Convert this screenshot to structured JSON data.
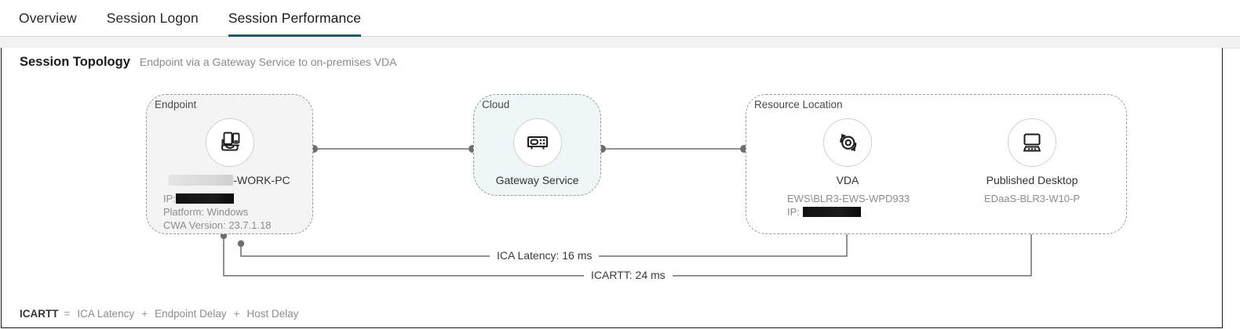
{
  "tabs": [
    {
      "id": "overview",
      "label": "Overview",
      "active": false
    },
    {
      "id": "session-logon",
      "label": "Session Logon",
      "active": false
    },
    {
      "id": "session-performance",
      "label": "Session Performance",
      "active": true
    }
  ],
  "section": {
    "title": "Session Topology",
    "subtitle": "Endpoint via a Gateway Service to on-premises VDA"
  },
  "zones": {
    "endpoint": {
      "label": "Endpoint"
    },
    "cloud": {
      "label": "Cloud"
    },
    "resource": {
      "label": "Resource Location"
    }
  },
  "nodes": {
    "endpoint": {
      "icon": "tablet-phone-dock-icon",
      "name_suffix": "-WORK-PC",
      "name_redacted": true,
      "ip_label": "IP:",
      "ip_redacted": true,
      "platform": "Platform: Windows",
      "cwa_version": "CWA Version: 23.7.1.18"
    },
    "gateway": {
      "icon": "gateway-appliance-icon",
      "name": "Gateway Service"
    },
    "vda": {
      "icon": "vda-refresh-icon",
      "name": "VDA",
      "host": "EWS\\BLR3-EWS-WPD933",
      "ip_label": "IP:",
      "ip_redacted": true
    },
    "published_desktop": {
      "icon": "monitor-keyboard-icon",
      "name": "Published Desktop",
      "host": "EDaaS-BLR3-W10-P"
    }
  },
  "measurements": [
    {
      "id": "ica-latency",
      "label": "ICA Latency: 16 ms"
    },
    {
      "id": "icartt",
      "label": "ICARTT: 24 ms"
    }
  ],
  "legend": {
    "term": "ICARTT",
    "equals": "=",
    "parts": [
      "ICA Latency",
      "Endpoint Delay",
      "Host Delay"
    ],
    "operator": "+"
  },
  "colors": {
    "accent": "#1f5c66",
    "cloud_fill": "#eef6f6",
    "endpoint_fill": "#f4f4f4",
    "wire": "#6e6e6e",
    "zone_border": "#9a9a9a",
    "muted_text": "#8d8d8d"
  }
}
